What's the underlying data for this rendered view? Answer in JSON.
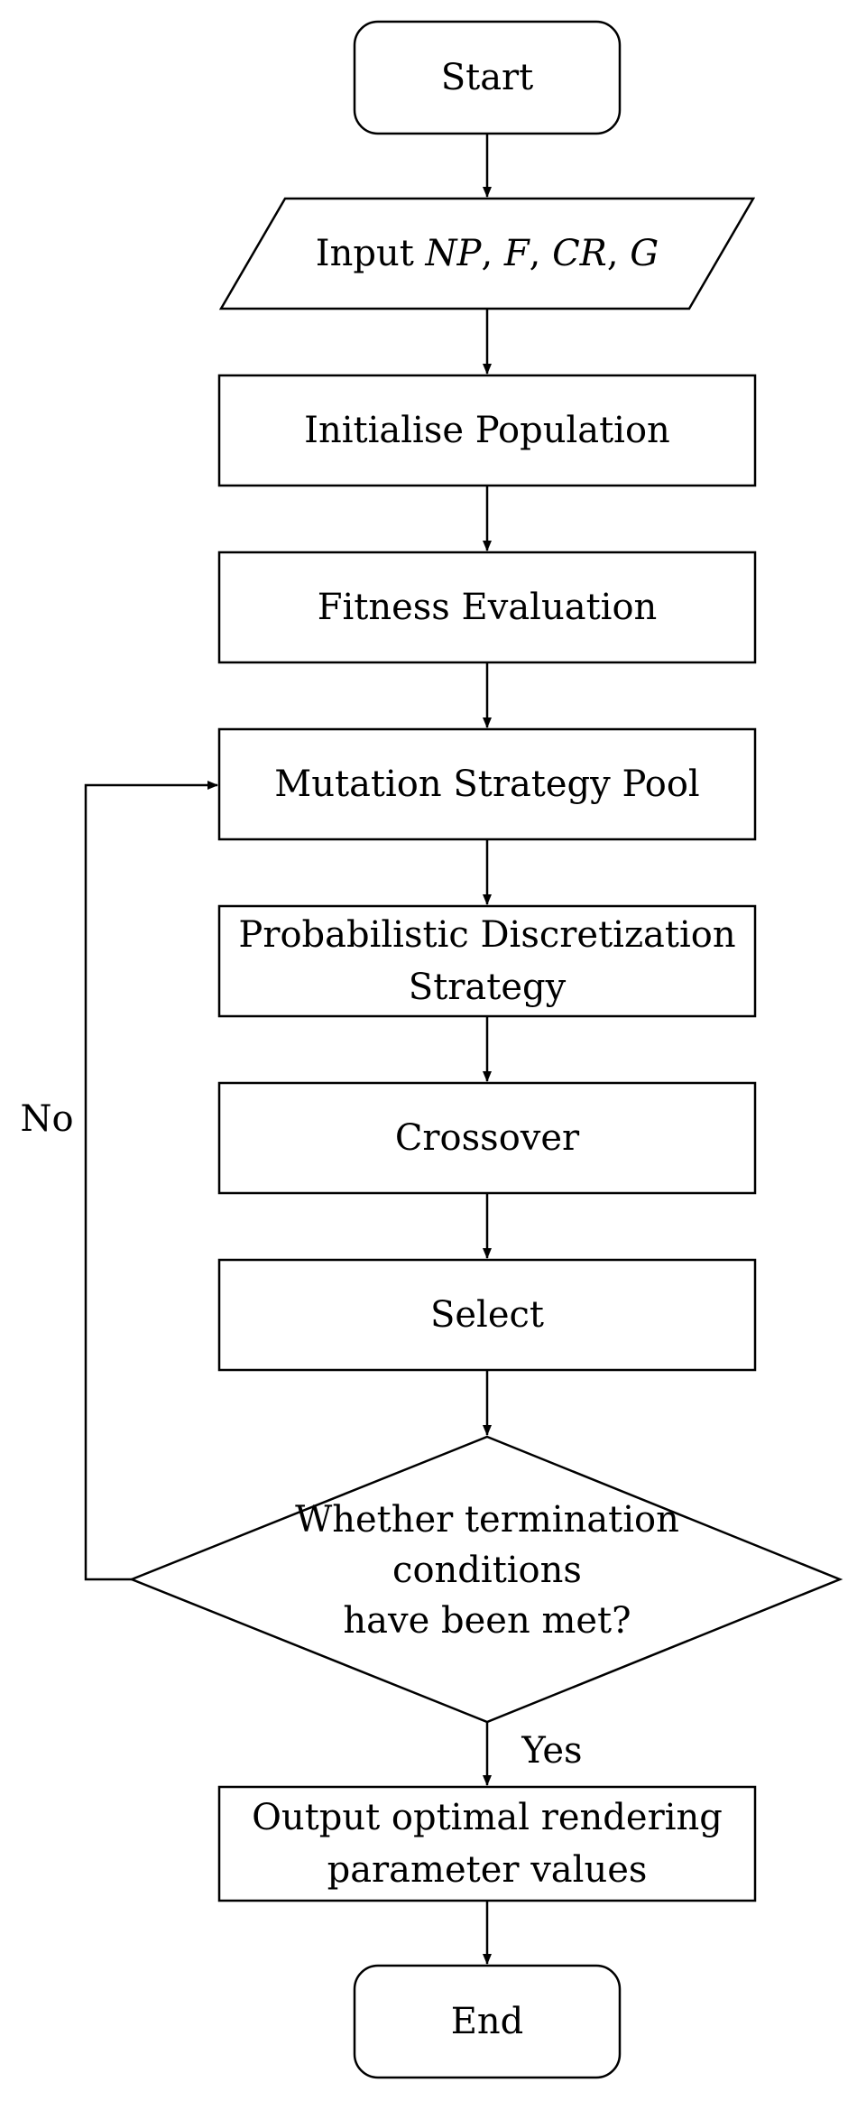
{
  "flowchart": {
    "start": {
      "label": "Start"
    },
    "input": {
      "prefix": "Input ",
      "param_np": "NP",
      "sep1": ", ",
      "param_f": "F",
      "sep2": ", ",
      "param_cr": "CR",
      "sep3": ", ",
      "param_g": "G"
    },
    "initialise": {
      "label": "Initialise Population"
    },
    "fitness": {
      "label": "Fitness Evaluation"
    },
    "mutation": {
      "label": "Mutation Strategy Pool"
    },
    "discretization": {
      "line1": "Probabilistic Discretization",
      "line2": "Strategy"
    },
    "crossover": {
      "label": "Crossover"
    },
    "select": {
      "label": "Select"
    },
    "decision": {
      "line1": "Whether termination",
      "line2": "conditions",
      "line3": "have been met?"
    },
    "output": {
      "line1": "Output optimal rendering",
      "line2": "parameter values"
    },
    "end": {
      "label": "End"
    },
    "edge_labels": {
      "no": "No",
      "yes": "Yes"
    }
  }
}
